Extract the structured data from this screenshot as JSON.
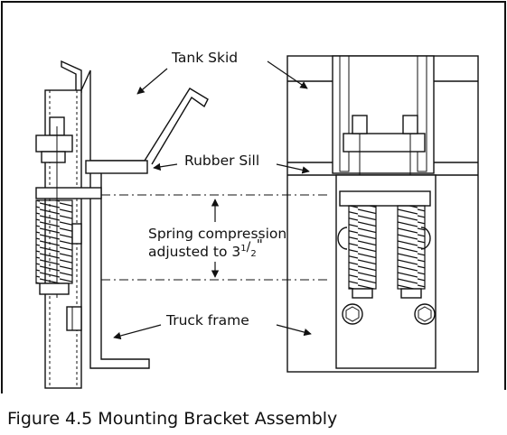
{
  "labels": {
    "tank_skid": "Tank Skid",
    "rubber_sill": "Rubber Sill",
    "spring_line1": "Spring compression",
    "spring_line2_prefix": "adjusted to 3",
    "spring_sup": "1",
    "spring_sub": "2",
    "spring_suffix": "\"",
    "truck_frame": "Truck frame"
  },
  "caption": "Figure 4.5 Mounting Bracket Assembly",
  "colors": {
    "line": "#111111",
    "background": "#ffffff",
    "border": "#111111"
  }
}
